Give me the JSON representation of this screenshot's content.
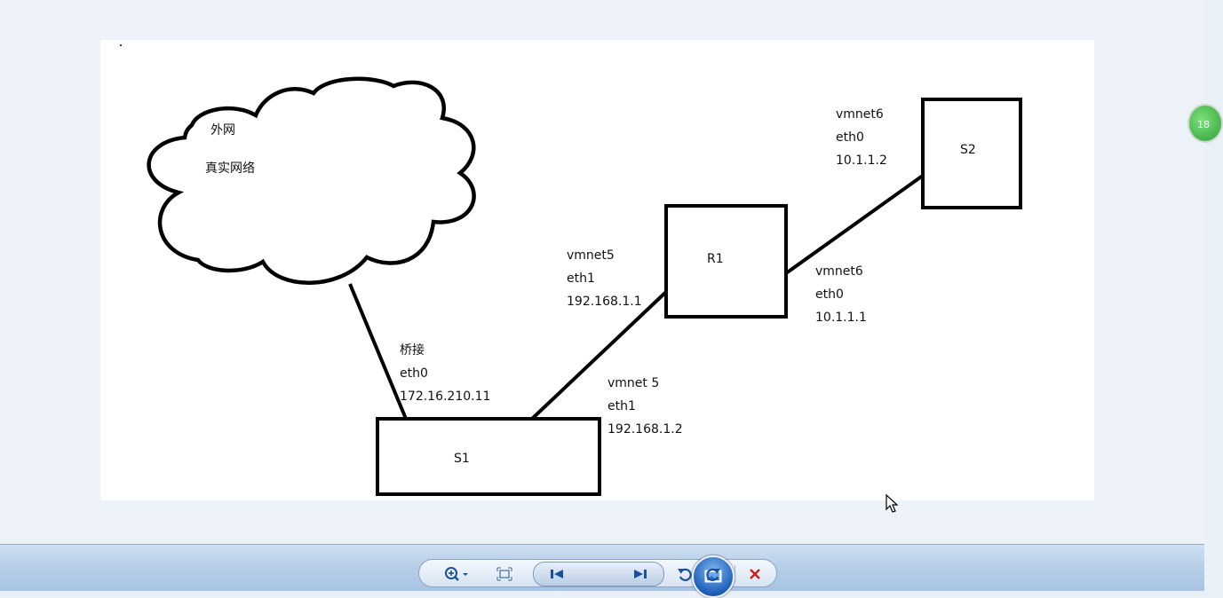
{
  "diagram": {
    "cloud": {
      "line1": "外网",
      "line2": "真实网络"
    },
    "nodes": {
      "s1": "S1",
      "r1": "R1",
      "s2": "S2"
    },
    "links": {
      "cloud_s1": {
        "line1": "桥接",
        "line2": "eth0",
        "line3": "172.16.210.11"
      },
      "s1_side": {
        "line1": "vmnet 5",
        "line2": "eth1",
        "line3": "192.168.1.2"
      },
      "r1_left": {
        "line1": "vmnet5",
        "line2": "eth1",
        "line3": "192.168.1.1"
      },
      "r1_right": {
        "line1": "vmnet6",
        "line2": "eth0",
        "line3": "10.1.1.1"
      },
      "s2_side": {
        "line1": "vmnet6",
        "line2": "eth0",
        "line3": "10.1.1.2"
      }
    }
  },
  "badge": {
    "text": "18"
  },
  "toolbar": {
    "icons": {
      "zoom": "zoom-icon",
      "fit": "fit-to-window-icon",
      "prev": "previous-icon",
      "slideshow": "slideshow-icon",
      "next": "next-icon",
      "rotate_left": "rotate-counterclockwise-icon",
      "rotate_right": "rotate-clockwise-icon",
      "delete": "delete-icon"
    }
  },
  "colors": {
    "toolbar_icon": "#1a4f9c",
    "delete_icon": "#c8201c",
    "canvas": "#ffffff",
    "diagram_stroke": "#000000"
  }
}
